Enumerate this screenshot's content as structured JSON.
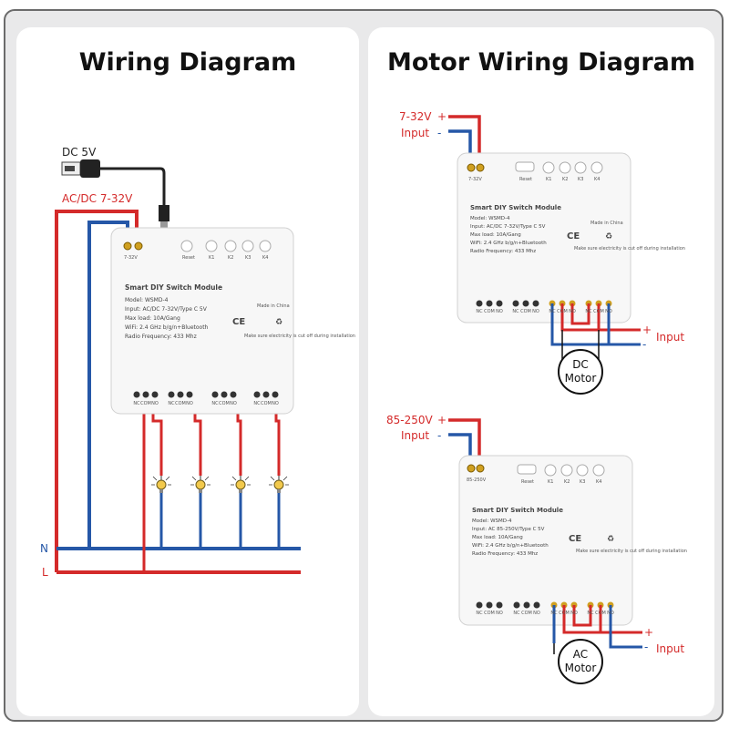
{
  "titles": {
    "left": "Wiring Diagram",
    "right": "Motor Wiring Diagram"
  },
  "left": {
    "dc_5v": "DC 5V",
    "acdc_input": "AC/DC 7-32V",
    "neutral": "N",
    "live": "L"
  },
  "module_common": {
    "name": "Smart DIY Switch Module",
    "model": "Model: WSMD-4",
    "max_load": "Max load: 10A/Gang",
    "wifi": "WiFi: 2.4 GHz b/g/n+Bluetooth",
    "radio": "Radio Frequency: 433 Mhz",
    "made_in": "Made in China",
    "warning": "Make sure electricity is cut off during installation",
    "reset": "Reset",
    "keys": [
      "K1",
      "K2",
      "K3",
      "K4"
    ],
    "ce": "CE"
  },
  "modules": {
    "m1": {
      "input": "Input: AC/DC 7-32V/Type C 5V",
      "power_label": "7-32V"
    },
    "m2": {
      "input": "Input: AC/DC 7-32V/Type C 5V",
      "power_label": "7-32V"
    },
    "m3": {
      "input": "Input: AC 85-250V/Type C 5V",
      "power_label": "85-250V"
    }
  },
  "terminals": [
    "NC",
    "COM",
    "NO"
  ],
  "right": {
    "dc": {
      "voltage": "7-32V",
      "input": "Input",
      "plus": "+",
      "minus": "-",
      "out_plus": "+",
      "out_minus": "-",
      "out_input": "Input",
      "motor_line1": "DC",
      "motor_line2": "Motor"
    },
    "ac": {
      "voltage": "85-250V",
      "input": "Input",
      "plus": "+",
      "minus": "-",
      "out_plus": "+",
      "out_minus": "-",
      "out_input": "Input",
      "motor_line1": "AC",
      "motor_line2": "Motor"
    }
  },
  "colors": {
    "red": "#d42a2a",
    "blue": "#2557a7",
    "text_red": "#d42a2a"
  }
}
